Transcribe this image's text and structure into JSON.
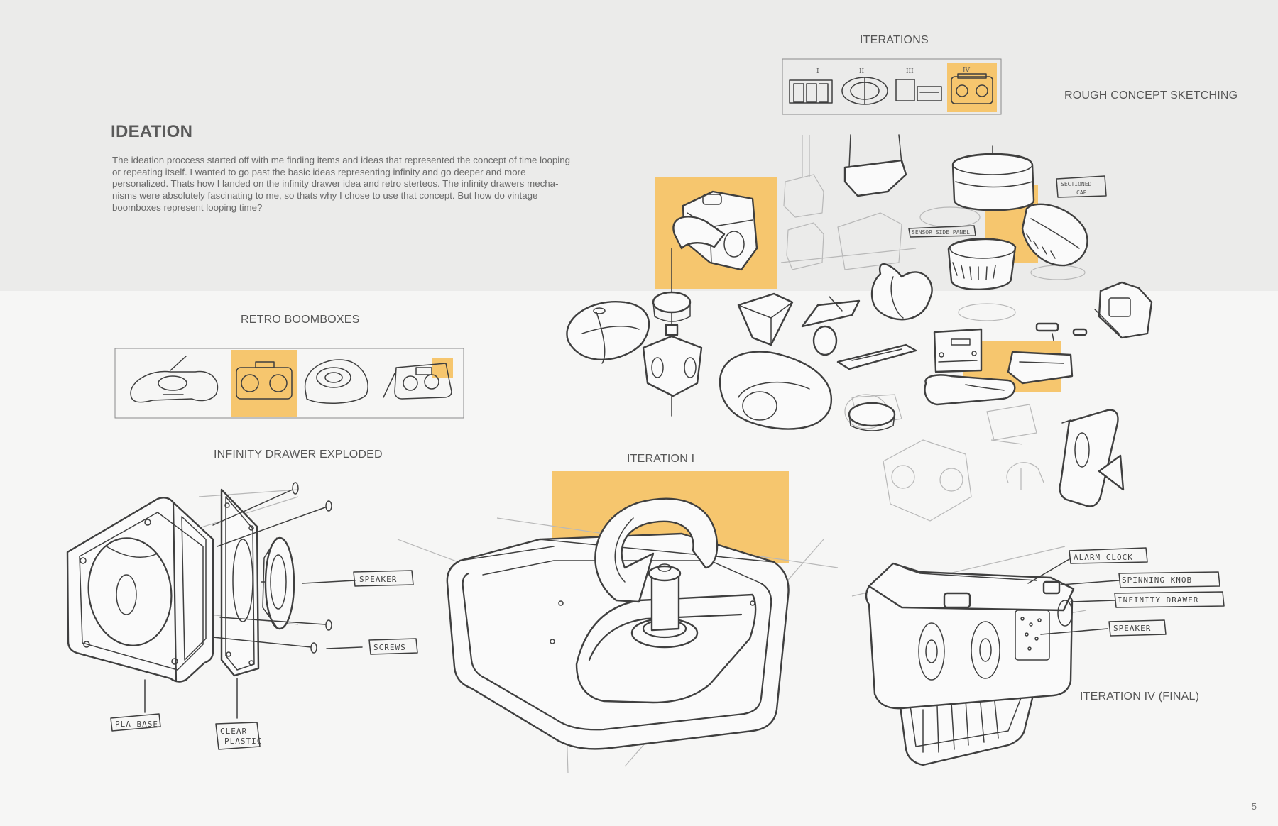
{
  "ideation": {
    "title": "IDEATION",
    "body": "The ideation proccess started off with me finding items and ideas that represented the concept of time looping or repeating itself. I wanted to go past the basic ideas representing infinity and go deeper and more personalized. Thats how I landed on the infinity drawer idea and retro sterteos. The infinity drawers mecha-nisms were absolutely fascinating to me, so thats why I chose to use that concept. But how do vintage boomboxes represent looping time?"
  },
  "section_titles": {
    "iterations": "ITERATIONS",
    "rough_concept": "ROUGH CONCEPT SKETCHING",
    "retro_boomboxes": "RETRO BOOMBOXES",
    "infinity_drawer_exploded": "INFINITY DRAWER EXPLODED",
    "iteration_i": "ITERATION I",
    "iteration_iv": "ITERATION IV (FINAL)"
  },
  "iteration_numerals": [
    "I",
    "II",
    "III",
    "IV"
  ],
  "callouts": {
    "exploded": {
      "speaker": "SPEAKER",
      "screws": "SCREWS",
      "pla_base": "PLA BASE",
      "clear_plastic_1": "CLEAR",
      "clear_plastic_2": "PLASTIC"
    },
    "final": {
      "alarm_clock": "ALARM CLOCK",
      "spinning_knob": "SPINNING KNOB",
      "infinity_drawer": "INFINITY DRAWER",
      "speaker": "SPEAKER"
    },
    "concept": {
      "sectioned_cap_1": "SECTIONED",
      "sectioned_cap_2": "CAP",
      "sensor_side_panel": "SENSOR SIDE PANEL"
    }
  },
  "page_number": "5",
  "colors": {
    "highlight": "#f6c66e",
    "sketch_line": "#3f3f3f",
    "light_line": "#b5b5b5",
    "top_band": "#ebebea",
    "bottom_band": "#f6f6f5"
  }
}
